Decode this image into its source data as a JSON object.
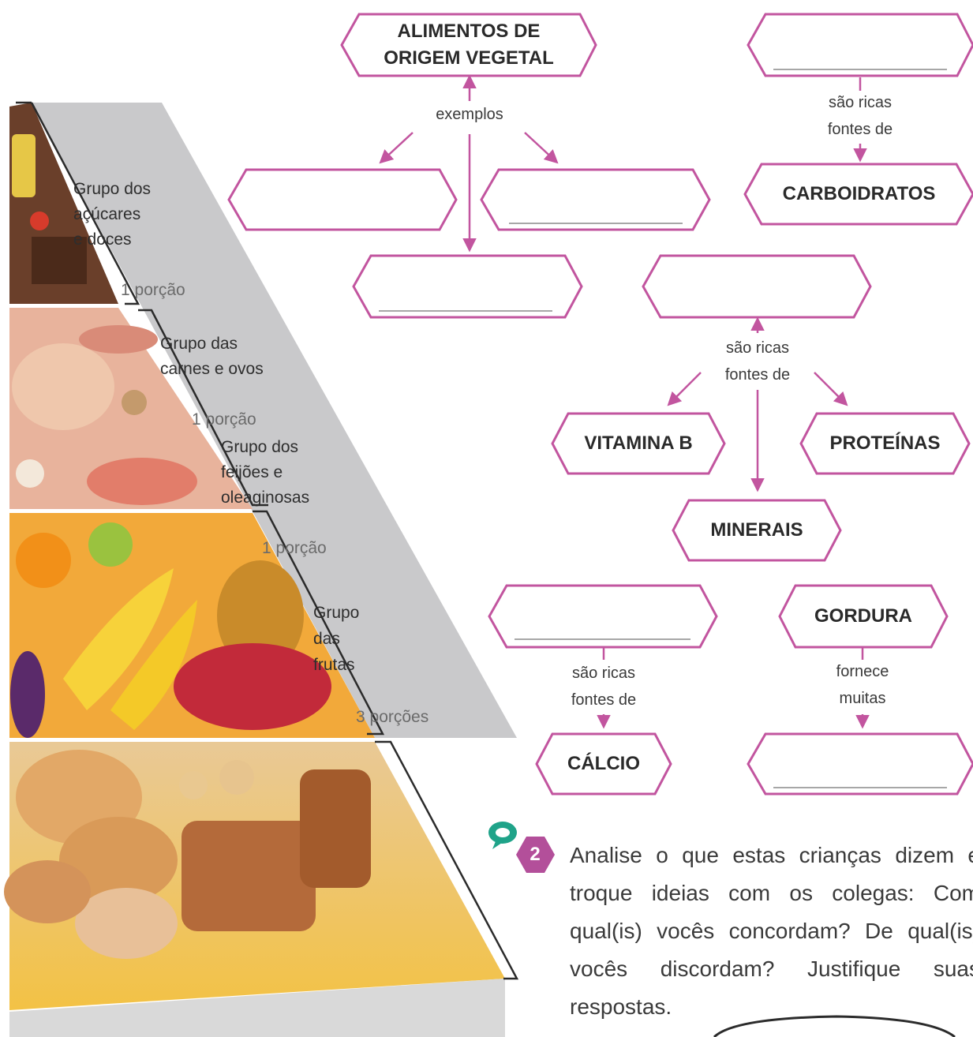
{
  "colors": {
    "node_border": "#c2559f",
    "arrow": "#c2559f",
    "pyramid_band": "#c9c9cb",
    "badge": "#b34f9a",
    "talk_icon": "#1fa389"
  },
  "pyramid": {
    "groups": [
      {
        "name": "Grupo dos\naçúcares\ne doces",
        "portion": "1 porção"
      },
      {
        "name": "Grupo das\ncarnes e ovos",
        "portion": "1 porção"
      },
      {
        "name": "Grupo dos\nfeijões e\noleaginosas",
        "portion": "1 porção"
      },
      {
        "name": "Grupo\ndas\nfrutas",
        "portion": "3 porções"
      }
    ]
  },
  "concept_map": {
    "nodes": {
      "vegetal": "ALIMENTOS DE\nORIGEM VEGETAL",
      "carboidratos": "CARBOIDRATOS",
      "vitamina_b": "VITAMINA B",
      "proteinas": "PROTEÍNAS",
      "minerais": "MINERAIS",
      "gordura": "GORDURA",
      "calcio": "CÁLCIO"
    },
    "links": {
      "exemplos": "exemplos",
      "sao_ricas_top": "são ricas\nfontes de",
      "sao_ricas_mid": "são ricas\nfontes de",
      "sao_ricas_bottom": "são ricas\nfontes de",
      "fornece": "fornece\nmuitas"
    }
  },
  "question": {
    "number": "2",
    "text": "Analise o que estas crianças dizem e troque ideias com os colegas: Com qual(is) vocês concordam? De qual(is) vocês discordam? Justifique suas respostas."
  }
}
